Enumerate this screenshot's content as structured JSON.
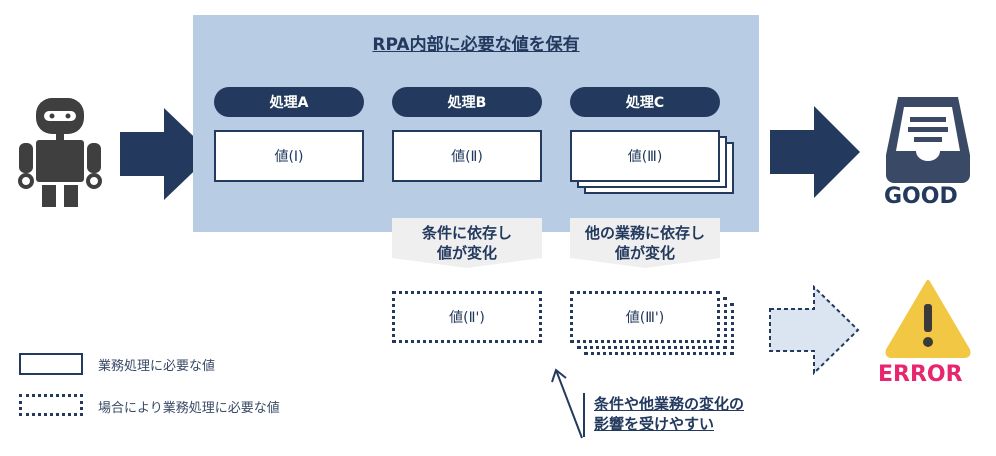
{
  "panel": {
    "title": "RPA内部に必要な値を保有"
  },
  "processes": [
    {
      "label": "処理A",
      "value": "値(Ⅰ)"
    },
    {
      "label": "処理B",
      "value": "値(Ⅱ)"
    },
    {
      "label": "処理C",
      "value": "値(Ⅲ)"
    }
  ],
  "changes": [
    {
      "line1": "条件に依存し",
      "line2": "値が変化",
      "value": "値(Ⅱ')"
    },
    {
      "line1": "他の業務に依存し",
      "line2": "値が変化",
      "value": "値(Ⅲ')"
    }
  ],
  "results": {
    "good": "GOOD",
    "error": "ERROR"
  },
  "legend": {
    "solid": "業務処理に必要な値",
    "dotted": "場合により業務処理に必要な値"
  },
  "note": {
    "line1": "条件や他業務の変化の",
    "line2": "影響を受けやすい"
  },
  "colors": {
    "navy": "#233a5e",
    "panel": "#b8cce4",
    "error": "#e8266e",
    "warning": "#f2c744"
  },
  "icons": [
    "robot-icon",
    "inbox-tray-icon",
    "warning-icon"
  ]
}
